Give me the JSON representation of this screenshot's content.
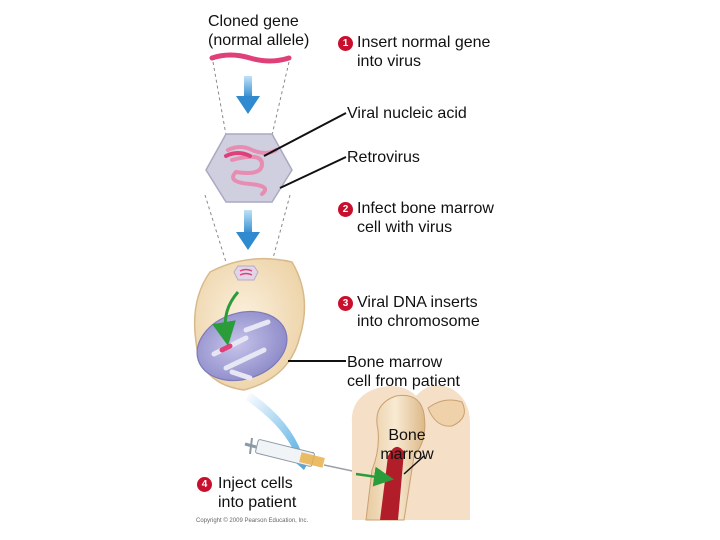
{
  "labels": {
    "cloned_gene": [
      "Cloned gene",
      "(normal allele)"
    ],
    "viral_nucleic_acid": "Viral nucleic acid",
    "retrovirus": "Retrovirus",
    "bone_marrow_cell": [
      "Bone marrow",
      "cell from patient"
    ],
    "bone_marrow": [
      "Bone",
      "marrow"
    ]
  },
  "steps": [
    {
      "number": "1",
      "text": [
        "Insert normal gene",
        "into virus"
      ]
    },
    {
      "number": "2",
      "text": [
        "Infect bone marrow",
        "cell with virus"
      ]
    },
    {
      "number": "3",
      "text": [
        "Viral DNA inserts",
        "into chromosome"
      ]
    },
    {
      "number": "4",
      "text": [
        "Inject cells",
        "into patient"
      ]
    }
  ],
  "copyright": "Copyright © 2009 Pearson Education, Inc.",
  "colors": {
    "step_badge": "#c8102e",
    "gene": "#e0407a",
    "arrow_blue": "#2f8ad0",
    "arrow_green": "#2a9d3a",
    "virus": "#cfcfe0",
    "cell": "#f6e3c4",
    "nucleus": "#a8a6d6",
    "bone": "#f1d9b5",
    "marrow": "#b21d2a"
  }
}
